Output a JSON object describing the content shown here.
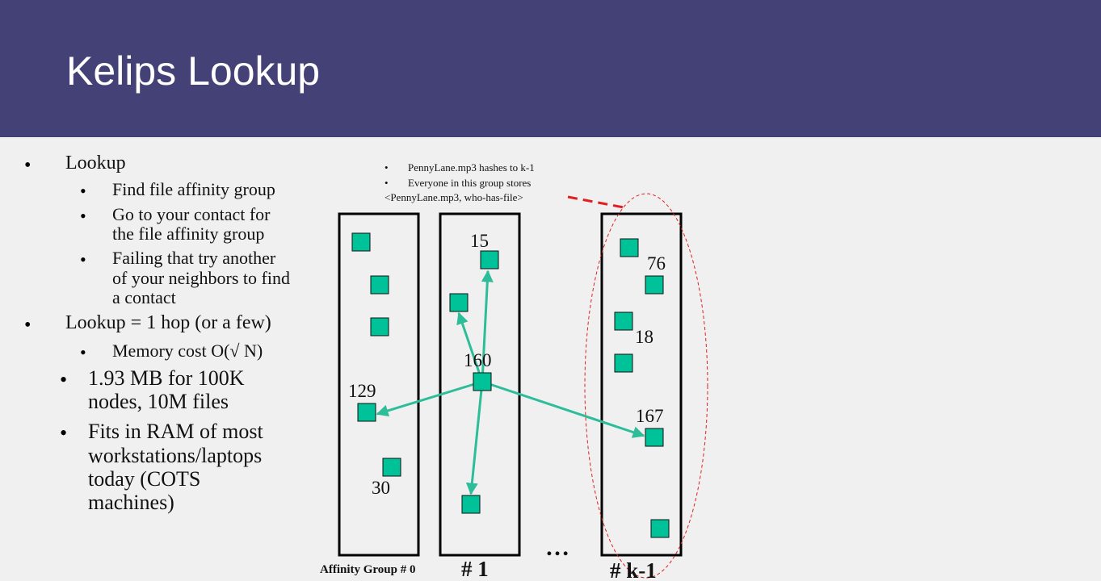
{
  "slide": {
    "title": "Kelips Lookup"
  },
  "bullets": {
    "b1": "Lookup",
    "b1_1": "Find file affinity group",
    "b1_2a": "Go to your contact for",
    "b1_2b": "the file affinity group",
    "b1_3a": "Failing that try another",
    "b1_3b": "of your neighbors to find",
    "b1_3c": "a contact",
    "b2": "Lookup = 1 hop (or a few)",
    "b2_1": "Memory cost O(√ N)",
    "b3a": "1.93 MB for 100K",
    "b3b": "nodes, 10M files",
    "b4a": "Fits in RAM of most",
    "b4b": "workstations/laptops",
    "b4c": "today (COTS",
    "b4d": "machines)"
  },
  "callout": {
    "line1": "PennyLane.mp3 hashes to k-1",
    "line2": "Everyone in this group stores",
    "line3": "<PennyLane.mp3, who-has-file>"
  },
  "diagram": {
    "node_labels": {
      "n15": "15",
      "n76": "76",
      "n18": "18",
      "n160": "160",
      "n129": "129",
      "n167": "167",
      "n30": "30"
    },
    "group_labels": {
      "g0": "Affinity Group # 0",
      "g1": "# 1",
      "gk": "# k-1"
    },
    "ellipsis": "…"
  },
  "colors": {
    "header": "#444176",
    "node_fill": "#00c299",
    "arrow": "#2ebd99",
    "ellipse": "#e02020"
  }
}
